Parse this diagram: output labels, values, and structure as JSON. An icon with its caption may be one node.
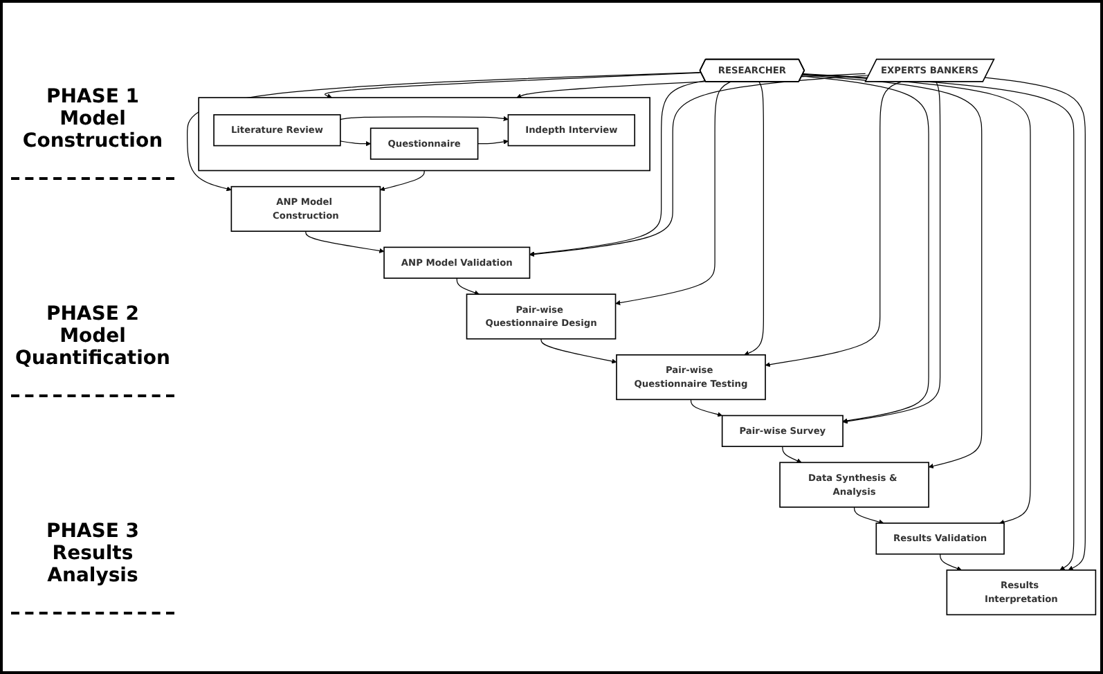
{
  "diagram": {
    "nodes": [
      {
        "text": [],
        "shape": "box"
      },
      {
        "text": [
          "Literature Review"
        ],
        "in": 0
      },
      {
        "text": [
          "Questionnaire"
        ],
        "in": 0
      },
      {
        "text": [
          "Indepth Interview"
        ],
        "in": 0
      },
      {
        "text": [
          "ANP Model Construction"
        ]
      },
      {
        "text": [
          "ANP Model Validation"
        ]
      },
      {
        "text": [
          "Pair-wise Questionnaire Design"
        ]
      },
      {
        "text": [
          "Pair-wise Questionnaire Testing"
        ]
      },
      {
        "text": [
          "Pair-wise Survey"
        ]
      },
      {
        "text": [
          "Data Synthesis & Analysis"
        ]
      },
      {
        "text": [
          "Results Validation"
        ]
      },
      {
        "text": [
          "Results Interpretation"
        ]
      },
      {
        "text": [
          "RESEARCHER"
        ]
      },
      {
        "text": [
          "EXPERTS BANKERS"
        ]
      }
    ],
    "edges": [
      {
        "from": 1,
        "to": 2,
        "arrow": "to"
      },
      {
        "from": 1,
        "to": 3,
        "arrow": "to"
      },
      {
        "from": 2,
        "to": 3,
        "arrow": "to"
      },
      {
        "from": 0,
        "to": 4,
        "arrow": "to"
      },
      {
        "from": 4,
        "to": 5,
        "arrow": "to"
      },
      {
        "from": 5,
        "to": 6,
        "arrow": "to"
      },
      {
        "from": 6,
        "to": 7,
        "arrow": "to"
      },
      {
        "from": 7,
        "to": 8,
        "arrow": "to"
      },
      {
        "from": 8,
        "to": 9,
        "arrow": "to"
      },
      {
        "from": 9,
        "to": 10,
        "arrow": "to"
      },
      {
        "from": 10,
        "to": 11,
        "arrow": "to"
      },
      {
        "from": 12,
        "to": 0,
        "arrow": "to"
      },
      {
        "from": 12,
        "to": 4,
        "arrow": "to"
      },
      {
        "from": 12,
        "to": 5,
        "arrow": "to"
      },
      {
        "from": 12,
        "to": 6,
        "arrow": "to"
      },
      {
        "from": 12,
        "to": 7,
        "arrow": "to"
      },
      {
        "from": 12,
        "to": 8,
        "arrow": "to"
      },
      {
        "from": 12,
        "to": 9,
        "arrow": "to"
      },
      {
        "from": 12,
        "to": 10,
        "arrow": "to"
      },
      {
        "from": 12,
        "to": 11,
        "arrow": "to"
      },
      {
        "from": 13,
        "to": 0,
        "arrow": "to"
      },
      {
        "from": 13,
        "to": 5,
        "arrow": "to"
      },
      {
        "from": 13,
        "to": 7,
        "arrow": "to"
      },
      {
        "from": 13,
        "to": 8,
        "arrow": "to"
      },
      {
        "from": 13,
        "to": 11,
        "arrow": "to"
      }
    ],
    "labels": [
      "PHASE 1 Model Construction",
      "PHASE 2 Model Quantification",
      "PHASE 3 Results Analysis"
    ]
  }
}
